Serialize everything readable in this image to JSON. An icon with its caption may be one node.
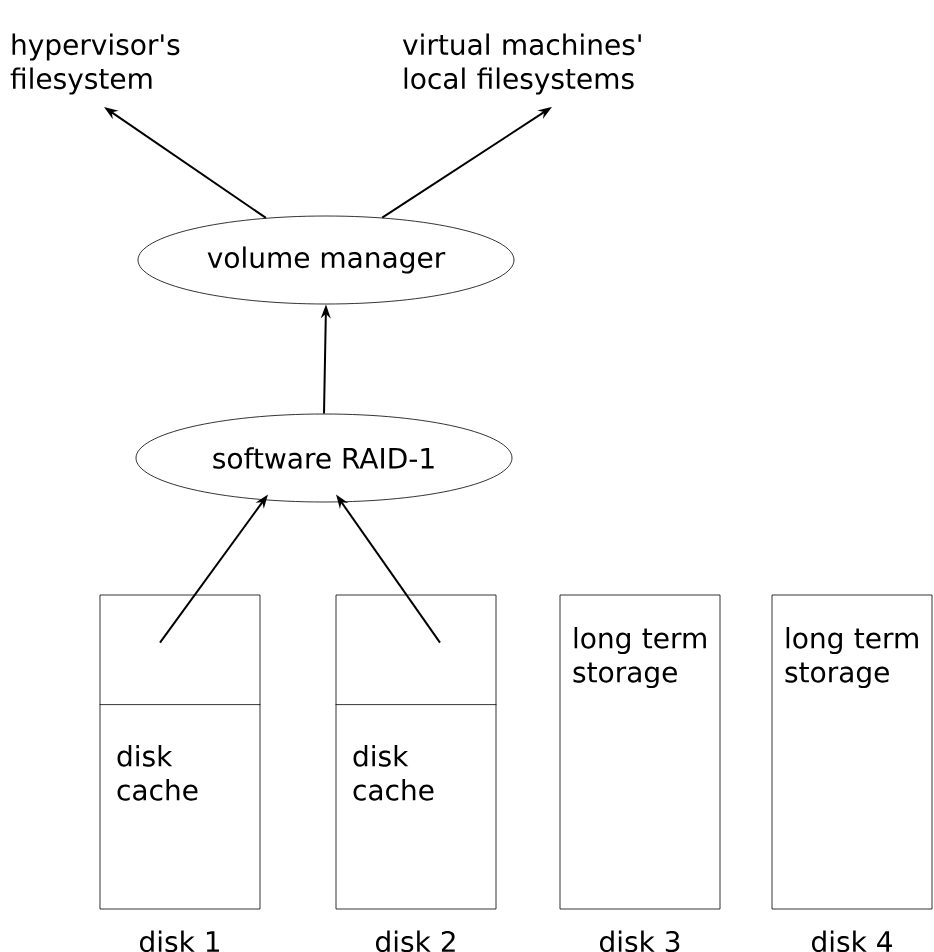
{
  "diagram": {
    "nodes": [
      {
        "text": [
          "hypervisor's filesystem"
        ]
      },
      {
        "text": [
          "virtual machines' local filesystems"
        ]
      },
      {
        "text": [
          "volume manager"
        ]
      },
      {
        "text": [
          "software RAID-1"
        ]
      },
      {
        "text": [
          "disk cache"
        ],
        "beside": [
          "disk 1"
        ]
      },
      {
        "text": [
          "disk cache"
        ],
        "beside": [
          "disk 2"
        ]
      },
      {
        "text": [
          "long term storage"
        ],
        "beside": [
          "disk 3"
        ]
      },
      {
        "text": [
          "long term storage"
        ],
        "beside": [
          "disk 4"
        ]
      }
    ],
    "edges": [
      {
        "from": 2,
        "to": 0,
        "arrow": "to"
      },
      {
        "from": 2,
        "to": 1,
        "arrow": "to"
      },
      {
        "from": 3,
        "to": 2,
        "arrow": "to"
      },
      {
        "from": 4,
        "to": 3,
        "arrow": "to"
      },
      {
        "from": 5,
        "to": 3,
        "arrow": "to"
      }
    ]
  }
}
